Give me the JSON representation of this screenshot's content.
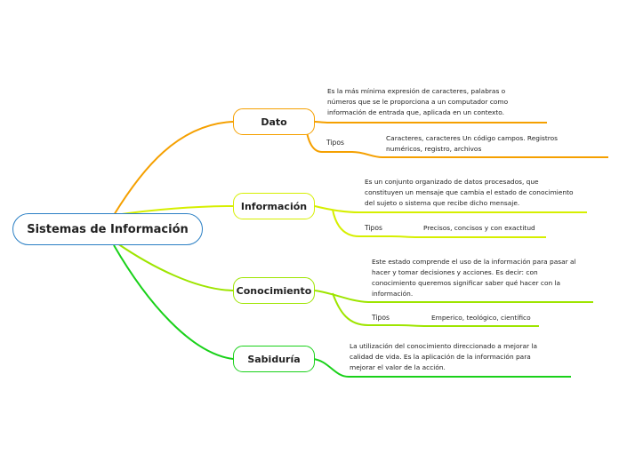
{
  "root": {
    "label": "Sistemas de Información"
  },
  "colors": {
    "root_border": "#2a7fc4",
    "dato": "#f5a000",
    "informacion": "#d6ef00",
    "conocimiento": "#9ee500",
    "sabiduria": "#19d119"
  },
  "branches": [
    {
      "label": "Dato",
      "definition_lines": [
        "Es la más mínima expresión de caracteres, palabras o",
        "números que se le proporciona a un computador como",
        "información de entrada que, aplicada en un contexto."
      ],
      "tipos_label": "Tipos",
      "tipos_value_lines": [
        "Caracteres, caracteres Un código campos. Registros",
        "numéricos, registro, archivos"
      ]
    },
    {
      "label": "Información",
      "definition_lines": [
        "Es un conjunto organizado de datos procesados, que",
        "constituyen un mensaje que cambia el estado de conocimiento",
        "del sujeto o sistema que recibe dicho mensaje."
      ],
      "tipos_label": "Tipos",
      "tipos_value_lines": [
        "Precisos, concisos y con exactitud"
      ]
    },
    {
      "label": "Conocimiento",
      "definition_lines": [
        "Este estado  comprende el uso de la información para pasar al",
        "hacer y tomar decisiones y acciones. Es decir: con",
        "conocimiento queremos significar saber qué hacer con la",
        "información."
      ],
      "tipos_label": "Tipos",
      "tipos_value_lines": [
        "Emperico, teológico, científico"
      ]
    },
    {
      "label": "Sabiduría",
      "definition_lines": [
        "La utilización del conocimiento  direccionado a mejorar la",
        "calidad  de vida. Es la aplicación de la información para",
        "mejorar el valor de la acción."
      ]
    }
  ]
}
